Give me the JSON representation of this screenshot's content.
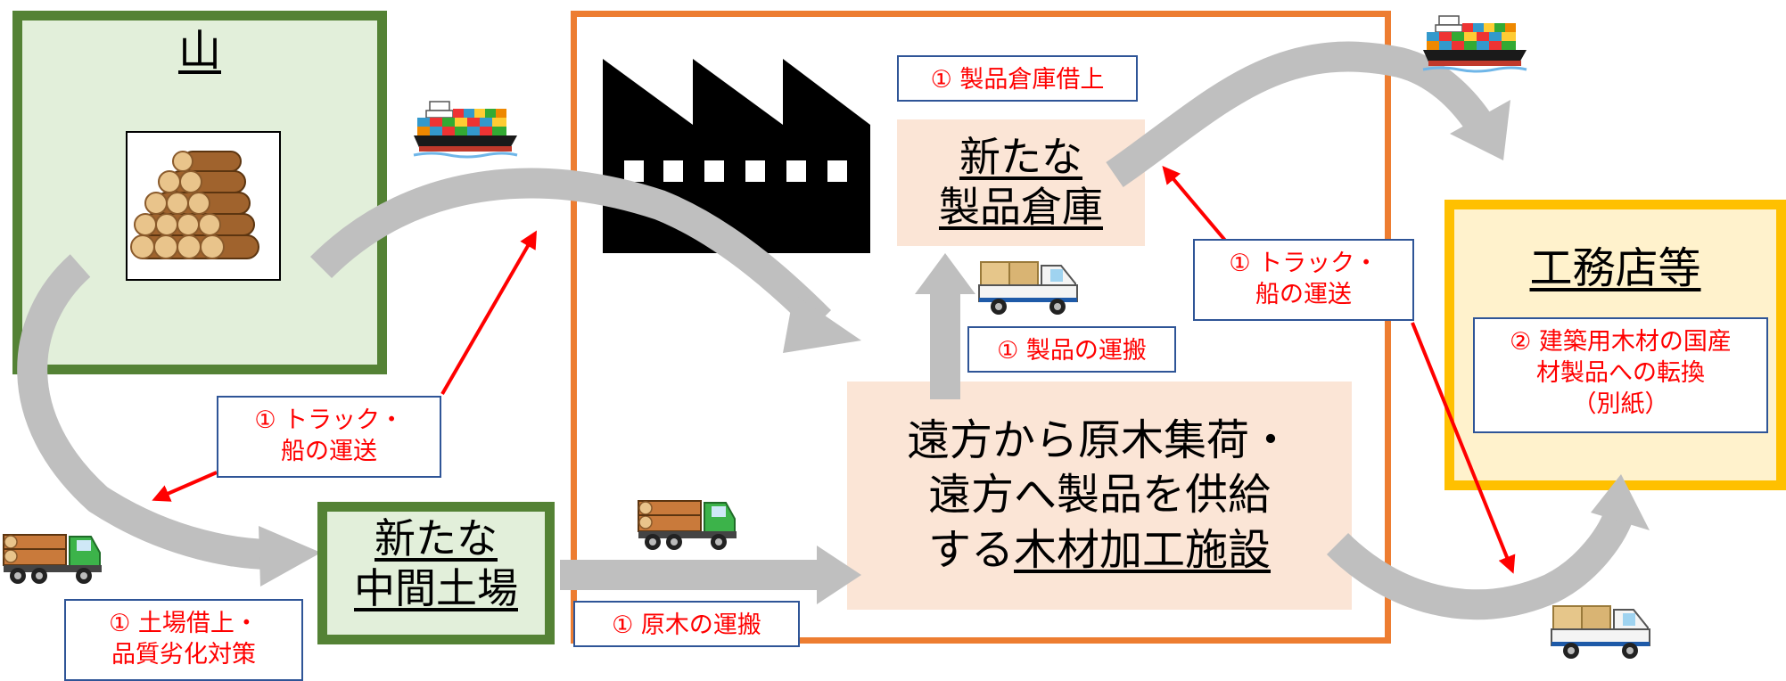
{
  "mountain": {
    "title": "山"
  },
  "intermediate_yard": {
    "line1": "新たな",
    "line2": "中間土場"
  },
  "new_warehouse": {
    "line1": "新たな",
    "line2": "製品倉庫"
  },
  "facility": {
    "line1": "遠方から原木集荷・",
    "line2": "遠方へ製品を供給",
    "line3_prefix": "する",
    "line3_underlined": "木材加工施設"
  },
  "shop": {
    "title": "工務店等"
  },
  "labels": {
    "yard_lease_1": "①  土場借上・",
    "yard_lease_2": "品質劣化対策",
    "transport_left_1": "①  トラック・",
    "transport_left_2": "船の運送",
    "log_haul": "①  原木の運搬",
    "warehouse_lease": "①  製品倉庫借上",
    "product_haul": "①  製品の運搬",
    "transport_right_1": "①  トラック・",
    "transport_right_2": "船の運送",
    "conversion_1": "②  建築用木材の国産",
    "conversion_2": "材製品への転換",
    "conversion_3": "（別紙）"
  },
  "colors": {
    "green_border": "#548235",
    "green_fill": "#e2efda",
    "orange_border": "#ed7d31",
    "peach_fill": "#fbe5d6",
    "yellow_border": "#ffc000",
    "yellow_fill": "#fff2cc",
    "flow_arrow": "#bfbfbf",
    "red_accent": "#ff0000",
    "label_border": "#2f5597"
  },
  "icons": [
    "log-pile-icon",
    "factory-icon",
    "container-ship-icon",
    "log-truck-icon",
    "box-truck-icon"
  ]
}
